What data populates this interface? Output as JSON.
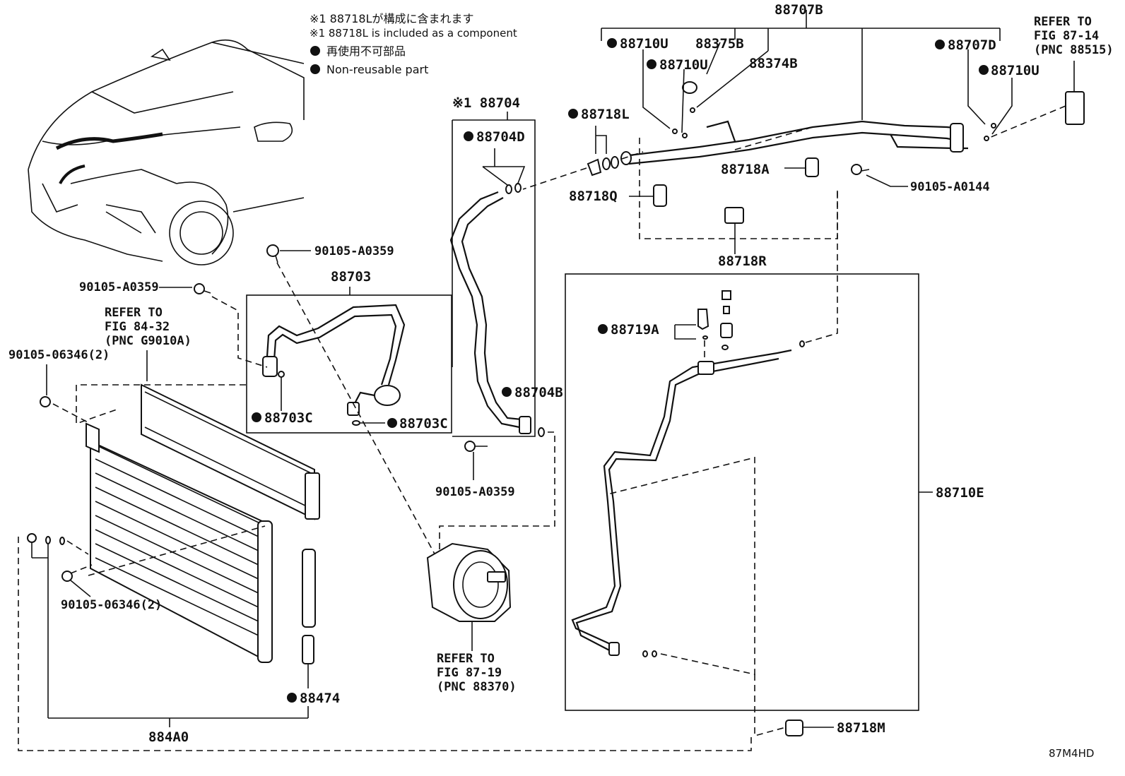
{
  "notes": {
    "line1": "※1 88718Lが構成に含まれます",
    "line2": "※1 88718L is included as a component",
    "line3": "再使用不可部品",
    "line4": "Non-reusable part"
  },
  "labels": {
    "p88707B": "88707B",
    "p88710U_a": "88710U",
    "p88375B": "88375B",
    "p88710U_b": "88710U",
    "p88374B": "88374B",
    "p88707D": "88707D",
    "p88710U_c": "88710U",
    "refer_8714_l1": "REFER TO",
    "refer_8714_l2": "FIG 87-14",
    "refer_8714_l3": "(PNC 88515)",
    "p88718L": "88718L",
    "p88704": "※1 88704",
    "p88704D": "88704D",
    "p88718A": "88718A",
    "p90105A0144": "90105-A0144",
    "p88718Q": "88718Q",
    "p88718R": "88718R",
    "p90105A0359_a": "90105-A0359",
    "p88703": "88703",
    "p90105A0359_b": "90105-A0359",
    "refer_8432_l1": "REFER TO",
    "refer_8432_l2": "FIG 84-32",
    "refer_8432_l3": "(PNC G9010A)",
    "p9010506346_a": "90105-06346(2)",
    "p88719A": "88719A",
    "p88703C_a": "88703C",
    "p88703C_b": "88703C",
    "p88704B": "88704B",
    "p90105A0359_c": "90105-A0359",
    "p88710E": "88710E",
    "p9010506346_b": "90105-06346(2)",
    "refer_8719_l1": "REFER TO",
    "refer_8719_l2": "FIG 87-19",
    "refer_8719_l3": "(PNC 88370)",
    "p88474": "88474",
    "p884A0": "884A0",
    "p88718M": "88718M",
    "code": "87M4HD"
  }
}
